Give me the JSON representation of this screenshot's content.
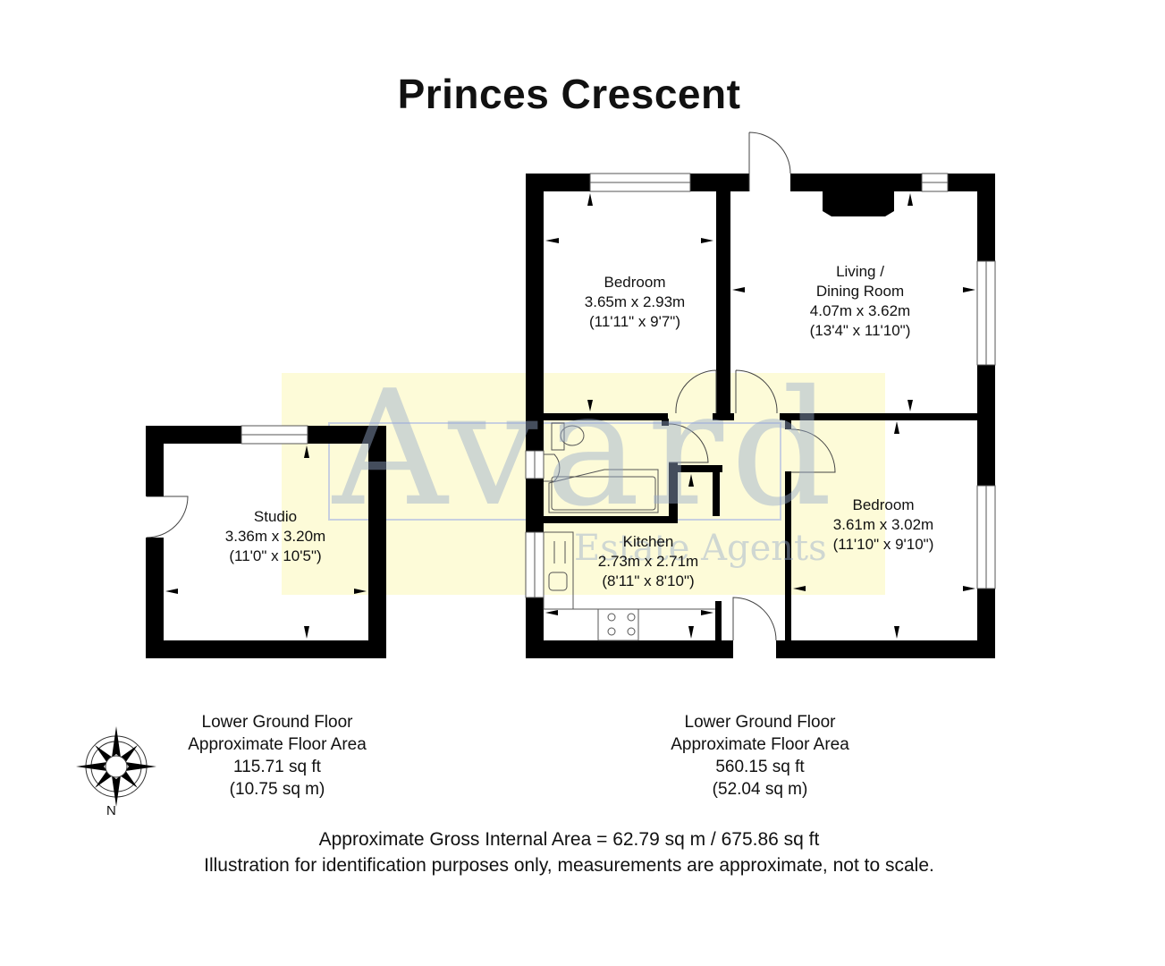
{
  "title": "Princes Crescent",
  "watermark": {
    "brand": "Avard",
    "tagline": "Estate Agents",
    "bg_color": "#fdfbd8",
    "text_color": "#b8c4dc"
  },
  "colors": {
    "wall": "#000000",
    "background": "#ffffff",
    "text": "#111111"
  },
  "rooms": [
    {
      "name": "Bedroom",
      "metric": "3.65m x 2.93m",
      "imperial": "(11'11\" x 9'7\")"
    },
    {
      "name_line1": "Living /",
      "name_line2": "Dining Room",
      "metric": "4.07m x 3.62m",
      "imperial": "(13'4\" x 11'10\")"
    },
    {
      "name": "Bedroom",
      "metric": "3.61m x 3.02m",
      "imperial": "(11'10\" x 9'10\")"
    },
    {
      "name": "Kitchen",
      "metric": "2.73m x 2.71m",
      "imperial": "(8'11\" x 8'10\")"
    },
    {
      "name": "Studio",
      "metric": "3.36m x 3.20m",
      "imperial": "(11'0\" x 10'5\")"
    }
  ],
  "floor_areas": [
    {
      "floor": "Lower Ground Floor",
      "label": "Approximate Floor Area",
      "sqft": "115.71 sq ft",
      "sqm": "(10.75 sq m)"
    },
    {
      "floor": "Lower Ground Floor",
      "label": "Approximate Floor Area",
      "sqft": "560.15 sq ft",
      "sqm": "(52.04 sq m)"
    }
  ],
  "compass": {
    "icon": "compass-rose-icon",
    "label": "N"
  },
  "footer": {
    "gross_area": "Approximate Gross Internal Area = 62.79 sq m / 675.86 sq ft",
    "disclaimer": "Illustration for identification purposes only, measurements are approximate, not to scale."
  }
}
